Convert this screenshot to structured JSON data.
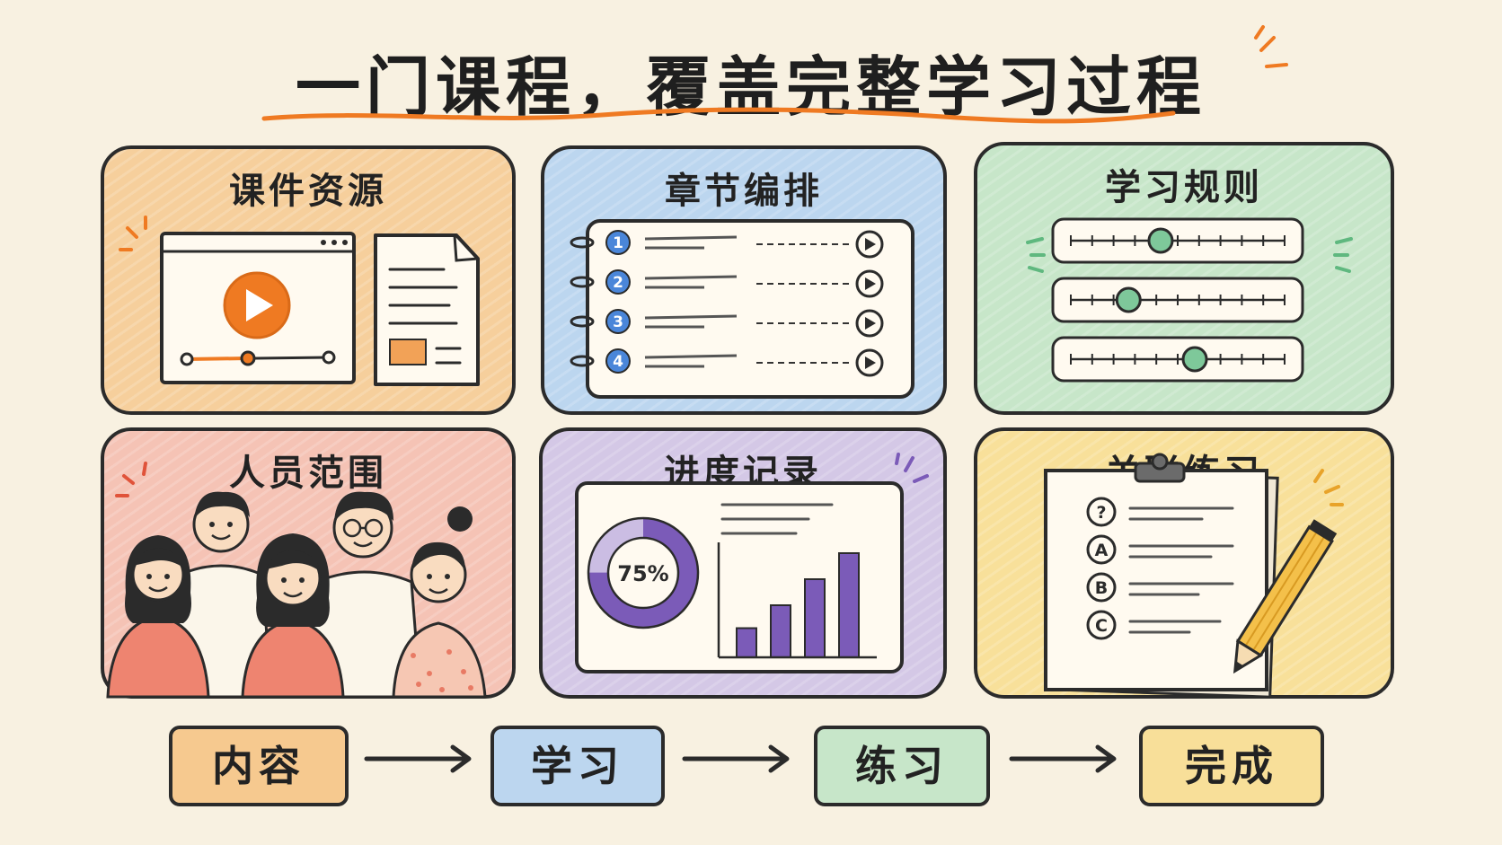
{
  "title": "一门课程，覆盖完整学习过程",
  "cards": [
    {
      "title": "课件资源",
      "icons": [
        "video-player-icon",
        "document-icon"
      ]
    },
    {
      "title": "章节编排",
      "chapters": [
        "1",
        "2",
        "3",
        "4"
      ],
      "icons": [
        "notebook-icon",
        "play-icon"
      ]
    },
    {
      "title": "学习规则",
      "slider_levels": [
        0.42,
        0.27,
        0.58
      ],
      "icons": [
        "slider-icon"
      ]
    },
    {
      "title": "人员范围",
      "icons": [
        "people-group-icon"
      ]
    },
    {
      "title": "进度记录",
      "progress": 75,
      "progress_label": "75%",
      "bar_values": [
        0.28,
        0.5,
        0.75,
        1.0
      ],
      "icons": [
        "donut-chart-icon",
        "bar-chart-icon"
      ]
    },
    {
      "title": "关联练习",
      "options": [
        "?",
        "A",
        "B",
        "C"
      ],
      "icons": [
        "clipboard-icon",
        "pencil-icon"
      ]
    }
  ],
  "flow": [
    "内容",
    "学习",
    "练习",
    "完成"
  ],
  "colors": {
    "orange": "#f6cf9c",
    "blue": "#bcd6ef",
    "green": "#c7e6c9",
    "pink": "#f5c3b5",
    "purple": "#d4c8e6",
    "yellow": "#f8e09a",
    "accent_orange": "#ef7a22",
    "accent_blue": "#4a86d9",
    "accent_green": "#7ec89a",
    "accent_purple": "#7b5bb8",
    "outline": "#2b2b2b"
  }
}
